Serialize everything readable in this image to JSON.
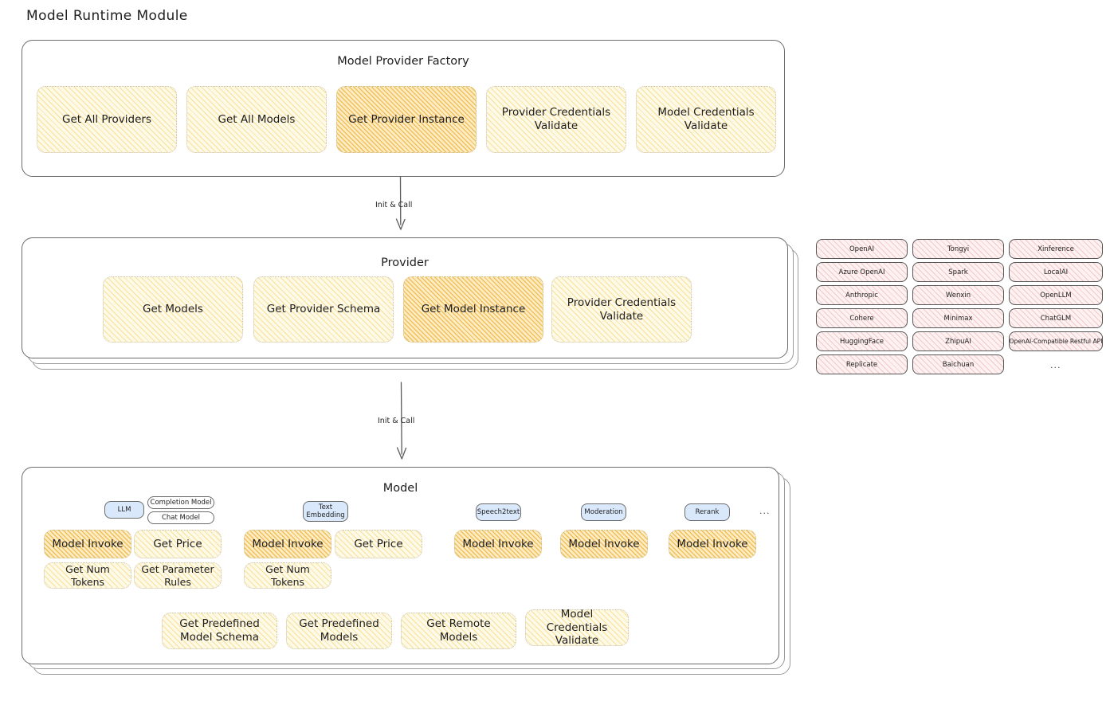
{
  "page": {
    "title": "Model Runtime Module"
  },
  "factory": {
    "title": "Model Provider Factory",
    "cards": [
      {
        "label": "Get All Providers",
        "highlight": false
      },
      {
        "label": "Get All Models",
        "highlight": false
      },
      {
        "label": "Get Provider Instance",
        "highlight": true
      },
      {
        "label": "Provider Credentials Validate",
        "highlight": false
      },
      {
        "label": "Model Credentials Validate",
        "highlight": false
      }
    ]
  },
  "connector1": {
    "label": "Init & Call"
  },
  "provider": {
    "title": "Provider",
    "cards": [
      {
        "label": "Get Models",
        "highlight": false
      },
      {
        "label": "Get Provider Schema",
        "highlight": false
      },
      {
        "label": "Get Model Instance",
        "highlight": true
      },
      {
        "label": "Provider Credentials Validate",
        "highlight": false
      }
    ]
  },
  "provider_list": {
    "columns": [
      [
        "OpenAI",
        "Azure OpenAI",
        "Anthropic",
        "Cohere",
        "HuggingFace",
        "Replicate"
      ],
      [
        "Tongyi",
        "Spark",
        "Wenxin",
        "Minimax",
        "ZhipuAI",
        "Baichuan"
      ],
      [
        "Xinference",
        "LocalAI",
        "OpenLLM",
        "ChatGLM",
        "OpenAI-Compatible Restful API"
      ]
    ],
    "ellipsis": "..."
  },
  "connector2": {
    "label": "Init & Call"
  },
  "model": {
    "title": "Model",
    "ellipsis": "...",
    "types": [
      {
        "badge": "LLM",
        "sub_badges": [
          "Completion Model",
          "Chat Model"
        ],
        "methods_row1": [
          {
            "label": "Model Invoke",
            "highlight": true
          },
          {
            "label": "Get Price",
            "highlight": false
          }
        ],
        "methods_row2": [
          {
            "label": "Get Num Tokens",
            "highlight": false
          },
          {
            "label": "Get Parameter Rules",
            "highlight": false
          }
        ]
      },
      {
        "badge": "Text Embedding",
        "sub_badges": [],
        "methods_row1": [
          {
            "label": "Model Invoke",
            "highlight": true
          },
          {
            "label": "Get Price",
            "highlight": false
          }
        ],
        "methods_row2": [
          {
            "label": "Get Num Tokens",
            "highlight": false
          }
        ]
      },
      {
        "badge": "Speech2text",
        "sub_badges": [],
        "methods_row1": [
          {
            "label": "Model Invoke",
            "highlight": true
          }
        ],
        "methods_row2": []
      },
      {
        "badge": "Moderation",
        "sub_badges": [],
        "methods_row1": [
          {
            "label": "Model Invoke",
            "highlight": true
          }
        ],
        "methods_row2": []
      },
      {
        "badge": "Rerank",
        "sub_badges": [],
        "methods_row1": [
          {
            "label": "Model Invoke",
            "highlight": true
          }
        ],
        "methods_row2": []
      }
    ],
    "shared_methods": [
      {
        "label": "Get Predefined Model Schema"
      },
      {
        "label": "Get Predefined Models"
      },
      {
        "label": "Get Remote Models"
      },
      {
        "label": "Model Credentials Validate"
      }
    ]
  },
  "colors": {
    "card_fill": "#fefae8",
    "card_highlight_fill": "#fdecc4",
    "provider_tag_fill": "#fdf1f1",
    "badge_fill": "#d9e8fb",
    "stroke": "#6b6b6b"
  }
}
